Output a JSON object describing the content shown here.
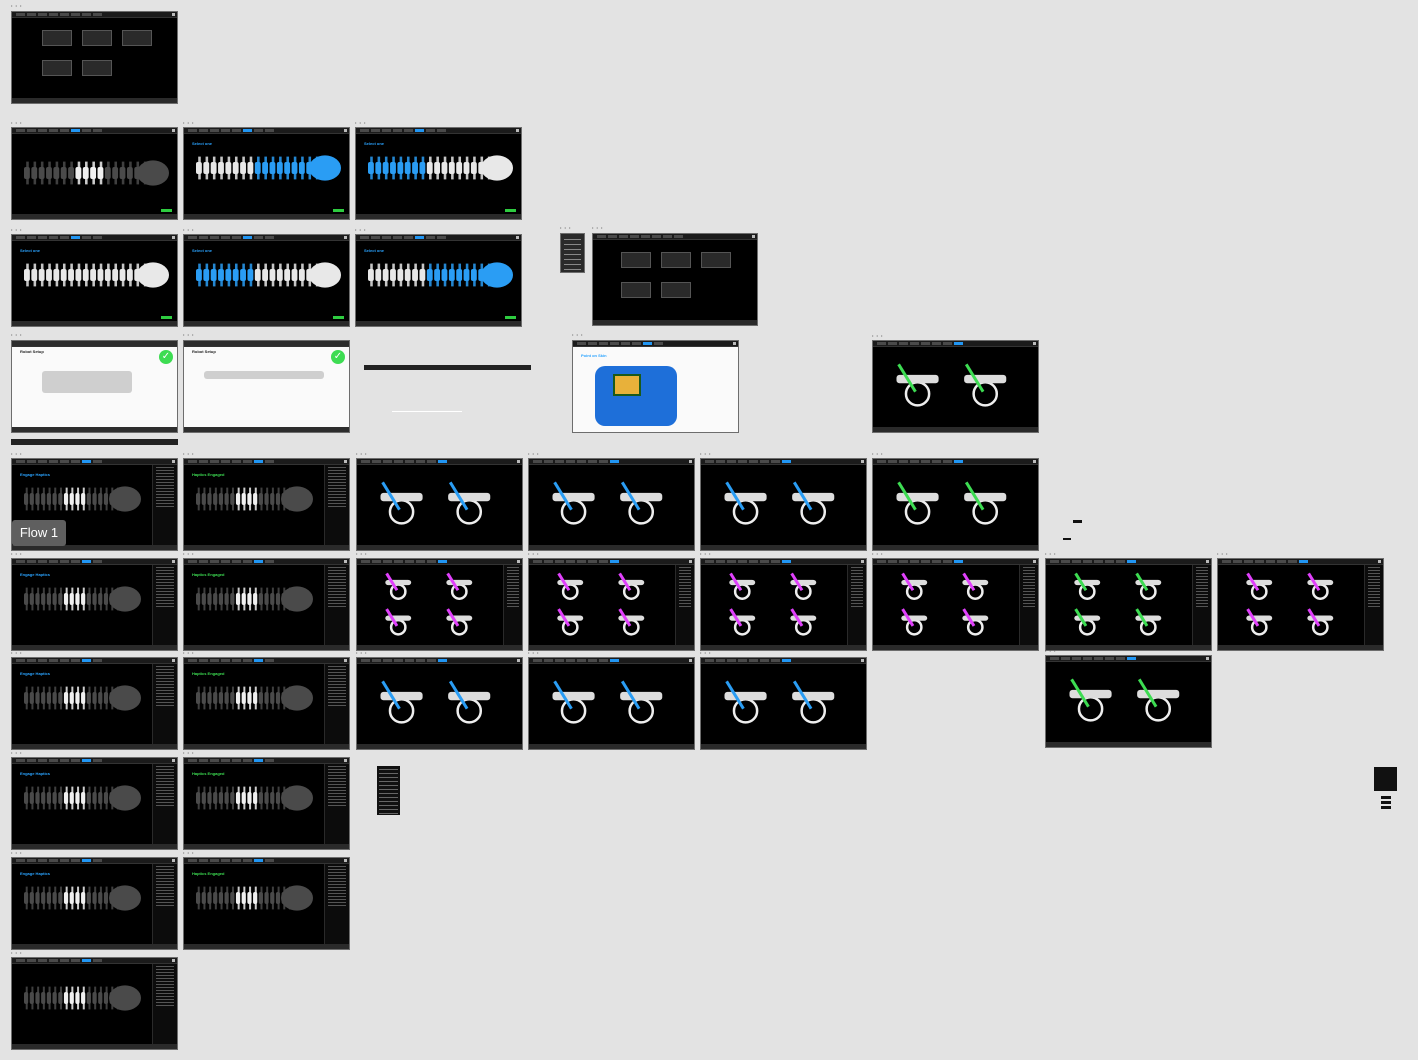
{
  "canvas": {
    "flow_label": "Flow 1",
    "frame_dots": "• • •",
    "text": {
      "select_one": "Select one",
      "engage_haptics": "Engage Haptics",
      "haptics_engaged": "Haptics Engaged",
      "point_on_skin": "Point on Skin",
      "robot_setup": "Robot Setup"
    }
  },
  "colors": {
    "canvas_bg": "#e3e3e3",
    "frame_bg": "#000000",
    "accent_blue": "#2196f3",
    "accent_green": "#2ecc40",
    "accent_magenta": "#e040fb",
    "bone": "#e8e8e8"
  },
  "icons": [
    "vertebra-icon",
    "check-circle-icon",
    "drape-icon",
    "robot-arm-icon"
  ]
}
